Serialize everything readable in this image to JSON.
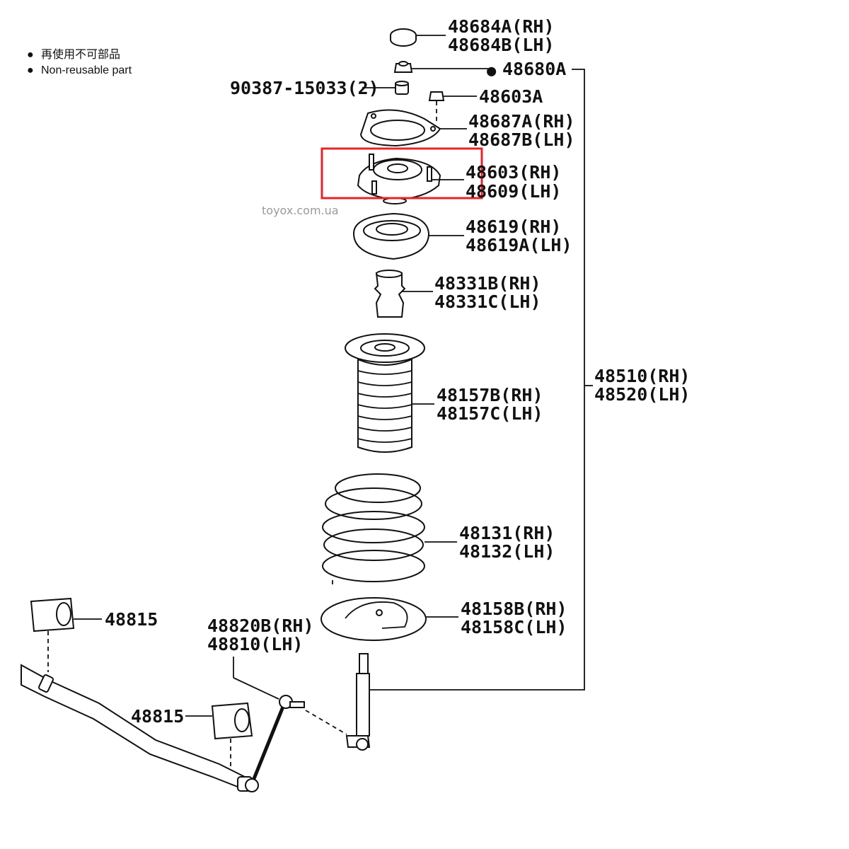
{
  "legend": {
    "items": [
      {
        "marker": "●",
        "text": "再使用不可部品"
      },
      {
        "marker": "●",
        "text": "Non-reusable part"
      }
    ]
  },
  "watermark": "toyox.com.ua",
  "callouts": {
    "c48684_rh": "48684A(RH)",
    "c48684_lh": "48684B(LH)",
    "c48680a": "48680A",
    "c48680a_marker": "●",
    "c90387": "90387-15033(2)",
    "c48603a": "48603A",
    "c48687_rh": "48687A(RH)",
    "c48687_lh": "48687B(LH)",
    "c48603_rh": "48603(RH)",
    "c48609_lh": "48609(LH)",
    "c48619_rh": "48619(RH)",
    "c48619_lh": "48619A(LH)",
    "c48331_rh": "48331B(RH)",
    "c48331_lh": "48331C(LH)",
    "c48157_rh": "48157B(RH)",
    "c48157_lh": "48157C(LH)",
    "c48510_rh": "48510(RH)",
    "c48520_lh": "48520(LH)",
    "c48131_rh": "48131(RH)",
    "c48132_lh": "48132(LH)",
    "c48158_rh": "48158B(RH)",
    "c48158_lh": "48158C(LH)",
    "c48815_top": "48815",
    "c48815_bottom": "48815",
    "c48820_rh": "48820B(RH)",
    "c48810_lh": "48810(LH)"
  },
  "highlight": {
    "color": "#e8232a",
    "target": "48603(RH) / 48609(LH)"
  },
  "colors": {
    "ink": "#111111",
    "watermark": "#9a9a9a",
    "background": "#ffffff"
  }
}
